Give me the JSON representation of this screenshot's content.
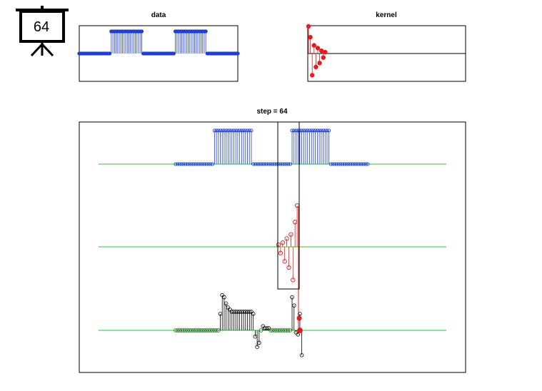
{
  "badge": {
    "icon": "presentation-board-icon",
    "value": "64"
  },
  "titles": {
    "data": "data",
    "kernel": "kernel",
    "main": "step = 64"
  },
  "colors": {
    "data": "#1f3ddb",
    "kernel": "#e8191c",
    "result": "#000000",
    "baseline": "#22cc22"
  },
  "chart_data": [
    {
      "type": "stem",
      "title": "data",
      "series": [
        {
          "values": [
            0,
            0,
            0,
            0,
            0,
            0,
            0,
            0,
            0,
            0,
            0,
            0,
            0,
            0,
            0,
            0,
            0,
            0,
            0,
            0,
            1,
            1,
            1,
            1,
            1,
            1,
            1,
            1,
            1,
            1,
            1,
            1,
            1,
            1,
            1,
            1,
            1,
            1,
            1,
            1,
            0,
            0,
            0,
            0,
            0,
            0,
            0,
            0,
            0,
            0,
            0,
            0,
            0,
            0,
            0,
            0,
            0,
            0,
            0,
            0,
            1,
            1,
            1,
            1,
            1,
            1,
            1,
            1,
            1,
            1,
            1,
            1,
            1,
            1,
            1,
            1,
            1,
            1,
            1,
            1,
            0,
            0,
            0,
            0,
            0,
            0,
            0,
            0,
            0,
            0,
            0,
            0,
            0,
            0,
            0,
            0,
            0,
            0,
            0,
            0
          ]
        }
      ],
      "ylim": [
        -1,
        1
      ]
    },
    {
      "type": "stem",
      "title": "kernel",
      "series": [
        {
          "values": [
            1,
            0.6,
            -0.8,
            0.3,
            -0.5,
            0.2,
            -0.35,
            0.1,
            -0.15,
            0.05
          ]
        }
      ],
      "ylim": [
        -1,
        1
      ]
    },
    {
      "type": "stem",
      "title": "step = 64",
      "step": 64,
      "series": [
        {
          "name": "data",
          "values": [
            0,
            0,
            0,
            0,
            0,
            0,
            0,
            0,
            0,
            0,
            0,
            0,
            0,
            0,
            0,
            0,
            0,
            0,
            0,
            0,
            1,
            1,
            1,
            1,
            1,
            1,
            1,
            1,
            1,
            1,
            1,
            1,
            1,
            1,
            1,
            1,
            1,
            1,
            1,
            1,
            0,
            0,
            0,
            0,
            0,
            0,
            0,
            0,
            0,
            0,
            0,
            0,
            0,
            0,
            0,
            0,
            0,
            0,
            0,
            0,
            1,
            1,
            1,
            1,
            1,
            1,
            1,
            1,
            1,
            1,
            1,
            1,
            1,
            1,
            1,
            1,
            1,
            1,
            1,
            1,
            0,
            0,
            0,
            0,
            0,
            0,
            0,
            0,
            0,
            0,
            0,
            0,
            0,
            0,
            0,
            0,
            0,
            0,
            0,
            0
          ]
        },
        {
          "name": "kernel",
          "values": [
            0.05,
            -0.15,
            0.1,
            -0.35,
            0.2,
            -0.5,
            0.3,
            -0.8,
            0.6,
            1
          ]
        },
        {
          "name": "result",
          "values": [
            0,
            0,
            0,
            0,
            0,
            0,
            0,
            0,
            0,
            0,
            0,
            0,
            0,
            0,
            0,
            0,
            0,
            0,
            0,
            0,
            0,
            0,
            0,
            0.4,
            0.85,
            0.8,
            0.65,
            0.55,
            0.5,
            0.45,
            0.45,
            0.45,
            0.45,
            0.45,
            0.45,
            0.45,
            0.45,
            0.45,
            0.45,
            0.45,
            0.4,
            -0.15,
            -0.4,
            -0.3,
            0,
            0.1,
            0.05,
            0.05,
            0.05,
            0,
            0,
            0,
            0,
            0,
            0,
            0,
            0,
            0,
            0,
            0,
            0.8,
            0.6,
            -0.05,
            -0.1,
            0.4,
            -0.6
          ]
        }
      ]
    }
  ]
}
